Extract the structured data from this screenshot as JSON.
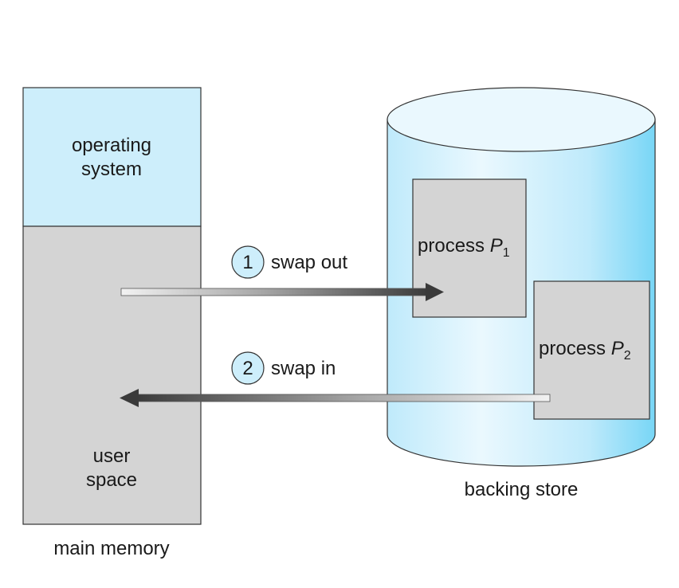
{
  "main_memory": {
    "os_label_line1": "operating",
    "os_label_line2": "system",
    "user_label_line1": "user",
    "user_label_line2": "space",
    "caption": "main memory"
  },
  "backing_store": {
    "caption": "backing store",
    "process1": {
      "label": "process ",
      "var": "P",
      "subscript": "1"
    },
    "process2": {
      "label": "process ",
      "var": "P",
      "subscript": "2"
    }
  },
  "steps": [
    {
      "number": "1",
      "label": "swap out"
    },
    {
      "number": "2",
      "label": "swap in"
    }
  ],
  "colors": {
    "os_fill": "#cdeefb",
    "user_fill": "#d4d4d4",
    "process_fill": "#d4d4d4",
    "cylinder_light": "#eaf8fe",
    "cylinder_dark": "#7fd8f6",
    "circle_fill": "#cdeefb",
    "arrow_dark": "#3c3c3c"
  }
}
